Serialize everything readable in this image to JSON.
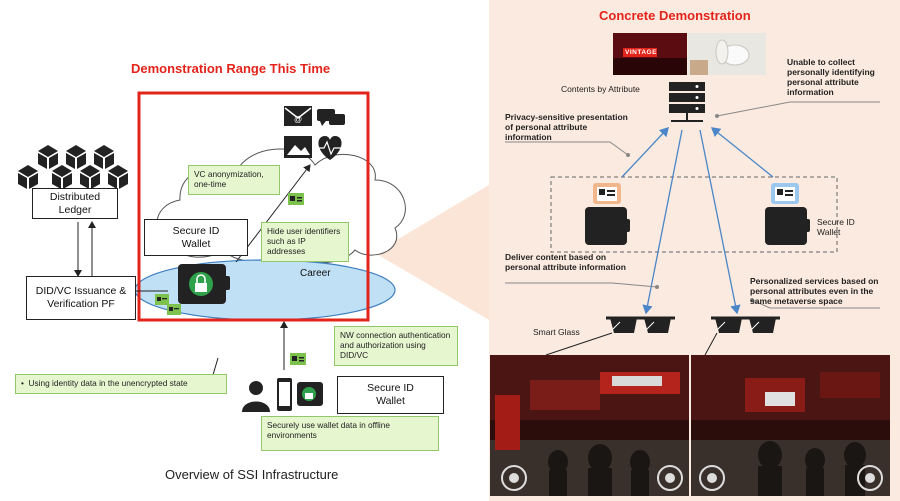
{
  "left": {
    "range_title": "Demonstration Range This Time",
    "ledger_label": "Distributed Ledger",
    "didvc_label": "DID/VC Issuance & Verification PF",
    "secure_wallet_cloud": "Secure ID Wallet",
    "career_label": "Career",
    "callout_vc": "VC anonymization, one-time",
    "callout_hide": "Hide user identifiers such as IP addresses",
    "callout_nw": "NW connection authentication and authorization using DID/VC",
    "callout_unencrypted": "Using identity data in the unencrypted state",
    "secure_wallet_bottom": "Secure ID Wallet",
    "callout_offline": "Securely use wallet data in offline environments",
    "caption": "Overview of SSI Infrastructure"
  },
  "right": {
    "title": "Concrete Demonstration",
    "contents_label": "Contents by Attribute",
    "vintage_label": "VINTAGE",
    "unable_collect": "Unable to collect personally identifying personal attribute information",
    "privacy_text": "Privacy-sensitive presentation of personal attribute information",
    "secure_wallet_right": "Secure ID Wallet",
    "deliver_text": "Deliver content based on personal attribute information",
    "personalized_text": "Personalized services based on personal attributes even in the same metaverse space",
    "smart_glass": "Smart Glass"
  },
  "colors": {
    "accent_red": "#e3241b",
    "callout_green": "#e6f6cf",
    "oval_blue": "#bfe0f5",
    "panel_peach": "#fbeadf",
    "arrow_blue": "#4a86c8"
  }
}
